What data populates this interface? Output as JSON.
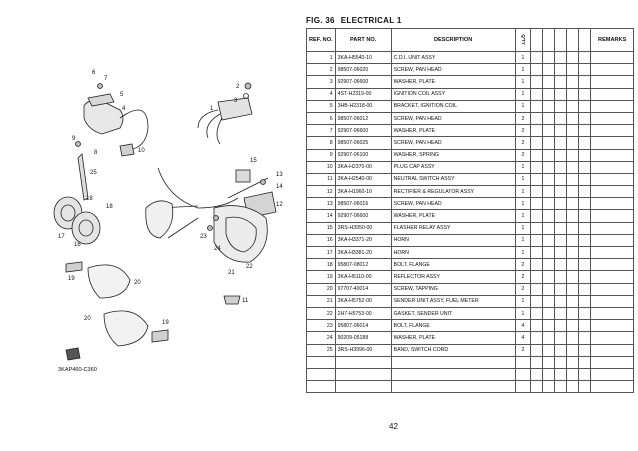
{
  "header": {
    "fig": "FIG. 36",
    "title": "ELECTRICAL 1"
  },
  "columns": {
    "ref": "REF. NO.",
    "part_no": "PART NO.",
    "description": "DESCRIPTION",
    "qty": "Q'TY",
    "remarks": "REMARKS"
  },
  "rows": [
    {
      "ref": "1",
      "part_no": "3KA-H5540-10",
      "description": "C.D.I. UNIT ASSY",
      "qty": "1"
    },
    {
      "ref": "2",
      "part_no": "98507-06020",
      "description": "SCREW, PAN HEAD",
      "qty": "1"
    },
    {
      "ref": "3",
      "part_no": "92907-06600",
      "description": "WASHER, PLATE",
      "qty": "1"
    },
    {
      "ref": "4",
      "part_no": "4ST-H2319-00",
      "description": "IGNITION COIL ASSY",
      "qty": "1"
    },
    {
      "ref": "5",
      "part_no": "3HB-H2318-00",
      "description": "BRACKET, IGNITION COIL",
      "qty": "1"
    },
    {
      "ref": "6",
      "part_no": "98507-06012",
      "description": "SCREW, PAN HEAD",
      "qty": "2"
    },
    {
      "ref": "7",
      "part_no": "92907-06600",
      "description": "WASHER, PLATE",
      "qty": "2"
    },
    {
      "ref": "8",
      "part_no": "98507-06025",
      "description": "SCREW, PAN HEAD",
      "qty": "2"
    },
    {
      "ref": "9",
      "part_no": "92907-06100",
      "description": "WASHER, SPRING",
      "qty": "2"
    },
    {
      "ref": "10",
      "part_no": "3KA-H2370-00",
      "description": "PLUG CAP ASSY",
      "qty": "1"
    },
    {
      "ref": "11",
      "part_no": "3KA-H2540-00",
      "description": "NEUTRAL SWITCH ASSY",
      "qty": "1"
    },
    {
      "ref": "12",
      "part_no": "3KA-H1960-10",
      "description": "RECTIFIER & REGULATOR ASSY",
      "qty": "1"
    },
    {
      "ref": "13",
      "part_no": "98507-06016",
      "description": "SCREW, PAN HEAD",
      "qty": "1"
    },
    {
      "ref": "14",
      "part_no": "92907-06600",
      "description": "WASHER, PLATE",
      "qty": "1"
    },
    {
      "ref": "15",
      "part_no": "3RS-H3950-00",
      "description": "FLASHER RELAY ASSY",
      "qty": "1"
    },
    {
      "ref": "16",
      "part_no": "3KA-H3371-20",
      "description": "HORN",
      "qty": "1"
    },
    {
      "ref": "17",
      "part_no": "3KA-H3381-20",
      "description": "HORN",
      "qty": "1"
    },
    {
      "ref": "18",
      "part_no": "95807-08012",
      "description": "BOLT, FLANGE",
      "qty": "2"
    },
    {
      "ref": "19",
      "part_no": "3KA-H5110-00",
      "description": "REFLECTOR ASSY",
      "qty": "2"
    },
    {
      "ref": "20",
      "part_no": "97707-40014",
      "description": "SCREW, TAPPING",
      "qty": "2"
    },
    {
      "ref": "21",
      "part_no": "3KA-H5752-00",
      "description": "SENDER UNIT ASSY, FUEL METER",
      "qty": "1"
    },
    {
      "ref": "22",
      "part_no": "2H7-H5753-00",
      "description": "GASKET, SENDER UNIT",
      "qty": "1"
    },
    {
      "ref": "23",
      "part_no": "95807-06014",
      "description": "BOLT, FLANGE",
      "qty": "4"
    },
    {
      "ref": "24",
      "part_no": "90209-05188",
      "description": "WASHER, PLATE",
      "qty": "4"
    },
    {
      "ref": "25",
      "part_no": "3RS-H3996-00",
      "description": "BAND, SWITCH CORD",
      "qty": "2"
    }
  ],
  "blank_rows": 3,
  "diagram": {
    "code": "3KAP460-C360",
    "callouts": [
      "1",
      "2",
      "3",
      "4",
      "5",
      "6",
      "7",
      "8",
      "9",
      "10",
      "11",
      "12",
      "13",
      "14",
      "15",
      "16",
      "17",
      "18",
      "19",
      "20",
      "21",
      "22",
      "23",
      "24",
      "25"
    ]
  },
  "page_number": "42"
}
